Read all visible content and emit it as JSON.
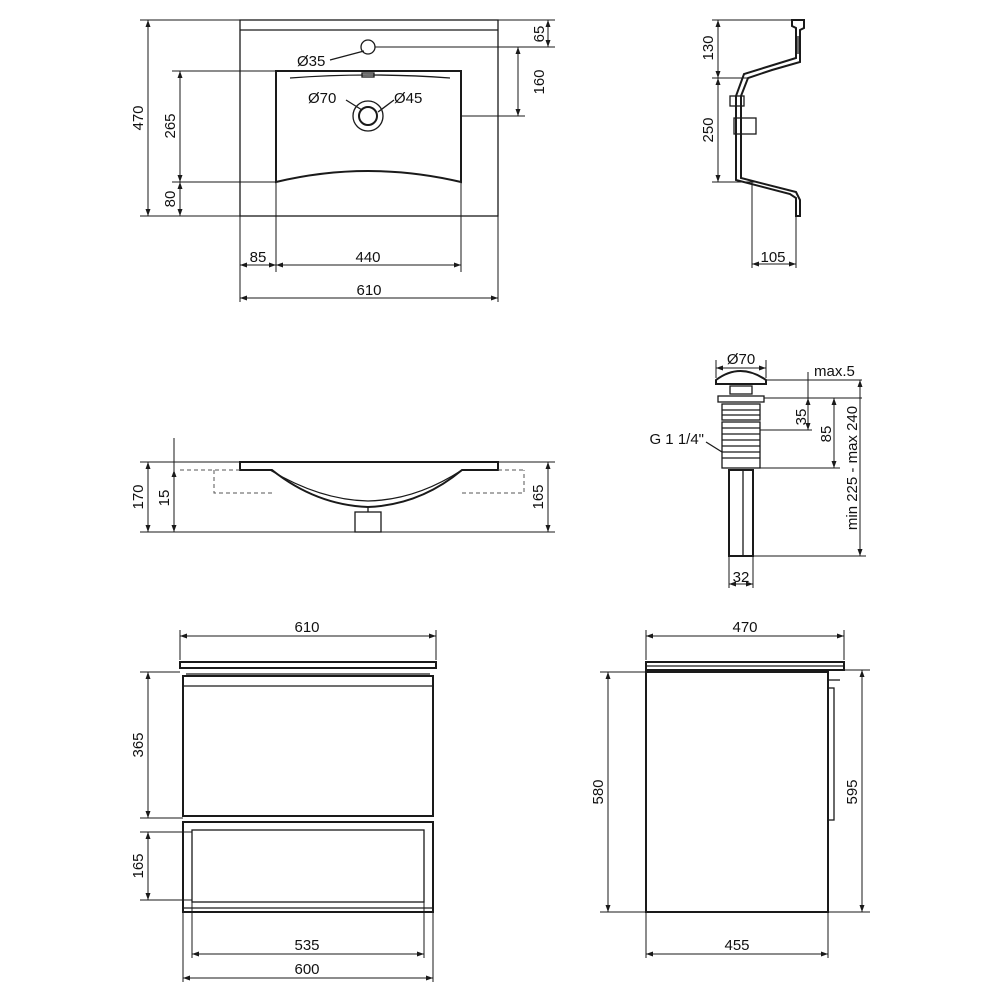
{
  "top_view": {
    "overall_width": "610",
    "offset_left": "85",
    "bowl_width": "440",
    "overall_depth": "470",
    "bowl_depth": "265",
    "front_margin": "80",
    "tap_hole_diameter": "Ø35",
    "tap_hole_offset": "65",
    "bowl_offset": "160",
    "drain_outer_diameter": "Ø70",
    "drain_inner_diameter": "Ø45"
  },
  "side_section": {
    "rim_height": "130",
    "bowl_height": "250",
    "outlet_depth": "105"
  },
  "front_section": {
    "total_height": "170",
    "rim_thickness": "15",
    "bowl_height": "165"
  },
  "drain": {
    "cap_diameter": "Ø70",
    "cap_clearance": "max.5",
    "thread": "G 1 1/4\"",
    "body_height": "35",
    "upper_height": "85",
    "range": "min 225 - max 240",
    "pipe_diameter": "32"
  },
  "cabinet_front": {
    "top_width": "610",
    "drawer_height": "365",
    "shelf_height": "165",
    "inner_width": "535",
    "body_width": "600"
  },
  "cabinet_side": {
    "top_depth": "470",
    "body_height": "580",
    "total_height": "595",
    "body_depth": "455"
  }
}
